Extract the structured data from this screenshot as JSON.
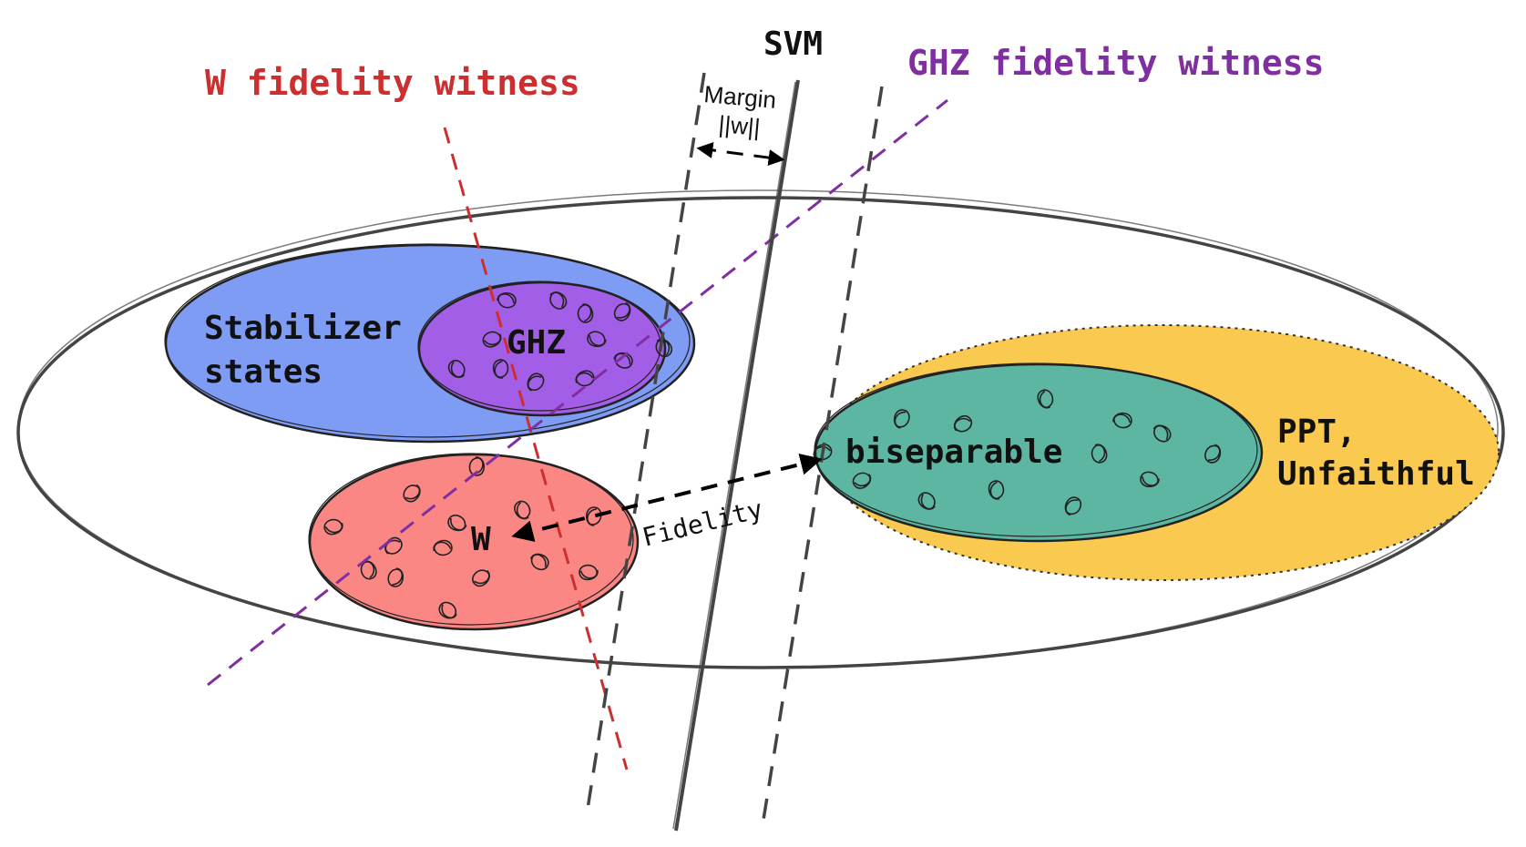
{
  "labels": {
    "svm": "SVM",
    "w_witness": "W fidelity witness",
    "ghz_witness": "GHZ fidelity witness",
    "margin_line1": "Margin",
    "margin_line2": "||w||",
    "stabilizer_line1": "Stabilizer",
    "stabilizer_line2": "states",
    "ghz": "GHZ",
    "w": "W",
    "biseparable": "biseparable",
    "ppt_line1": "PPT,",
    "ppt_line2": "Unfaithful",
    "fidelity": "Fidelity"
  },
  "colors": {
    "stabilizer_fill": "#7f9cf5",
    "ghz_fill": "#a35ee8",
    "w_fill": "#fb8785",
    "biseparable_fill": "#5cb6a1",
    "ppt_fill": "#f9c950",
    "w_witness": "#cc2f2f",
    "ghz_witness": "#7f2fa0",
    "svm_line": "#444444",
    "outline": "#333333"
  },
  "icons": {
    "state_point": "scribble-circle-icon",
    "arrowhead": "triangle-arrowhead-icon"
  }
}
